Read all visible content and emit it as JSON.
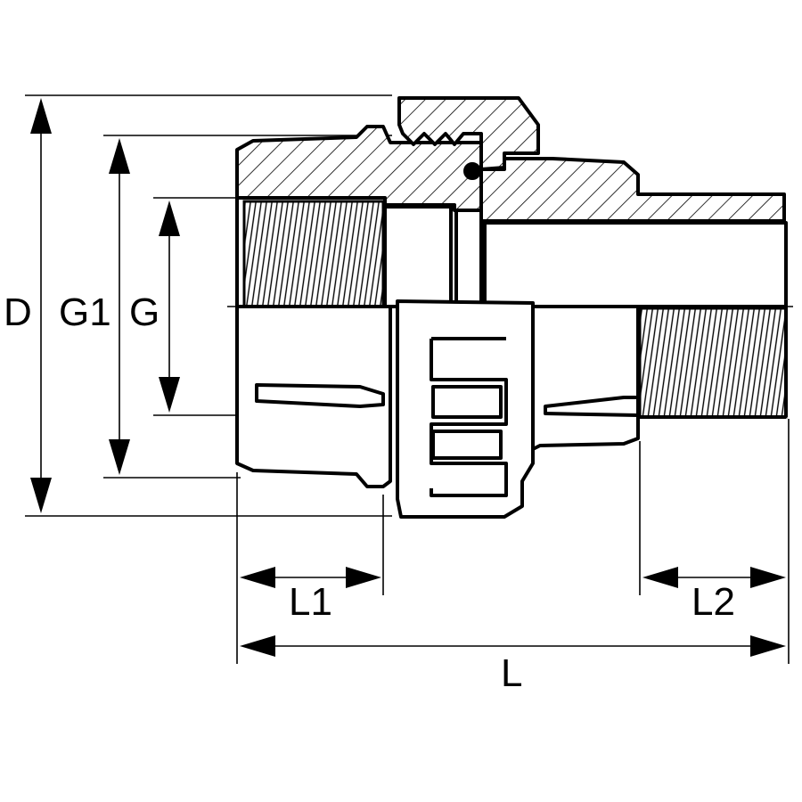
{
  "labels": {
    "D": "D",
    "G1": "G1",
    "G": "G",
    "L1": "L1",
    "L2": "L2",
    "L": "L"
  }
}
